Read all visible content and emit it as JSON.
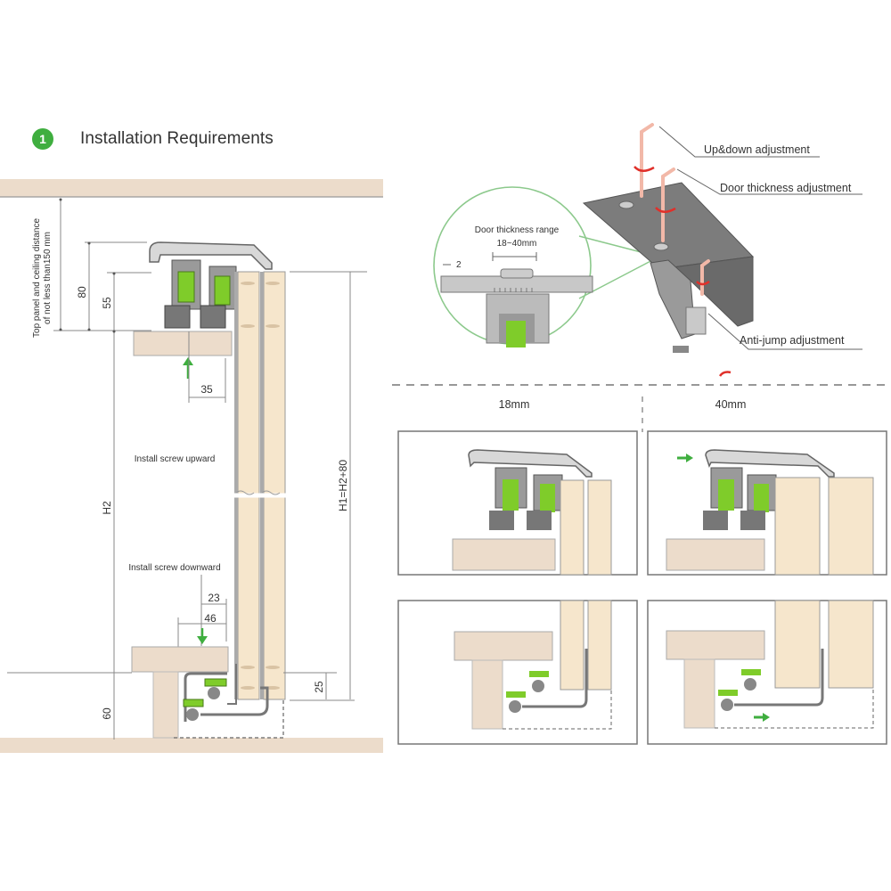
{
  "header": {
    "step_number": "1",
    "title": "Installation Requirements"
  },
  "colors": {
    "accent_green": "#3fae3f",
    "wood": "#f3e2cc",
    "panel": "#ecdccb",
    "metal_dark": "#707070",
    "roller_green": "#7fcc2a",
    "hex_key": "#f2b8a8",
    "rotation_arrow": "#e0302a"
  },
  "left_diagram": {
    "side_label_line1": "Top panel and ceiling distance",
    "side_label_line2": "of not less than150 mm",
    "dim_80": "80",
    "dim_55": "55",
    "dim_35": "35",
    "dim_h2": "H2",
    "dim_h1": "H1=H2+80",
    "dim_23": "23",
    "dim_46": "46",
    "dim_25": "25",
    "dim_60": "60",
    "note_upward": "Install screw upward",
    "note_downward": "Install screw downward"
  },
  "right_diagram": {
    "callout_title": "Door thickness range",
    "callout_range": "18~40mm",
    "callout_gap": "2",
    "label_updown": "Up&down adjustment",
    "label_thickness": "Door thickness adjustment",
    "label_antijump": "Anti-jump adjustment",
    "col_18": "18mm",
    "col_40": "40mm"
  }
}
